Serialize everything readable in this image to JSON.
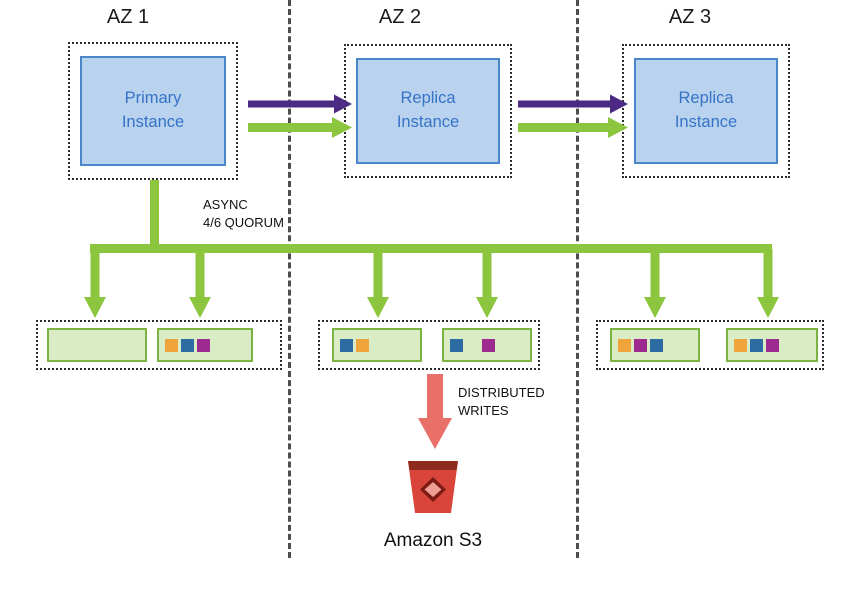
{
  "zones": [
    {
      "label": "AZ 1",
      "instance_label": "Primary\nInstance"
    },
    {
      "label": "AZ 2",
      "instance_label": "Replica\nInstance"
    },
    {
      "label": "AZ 3",
      "instance_label": "Replica\nInstance"
    }
  ],
  "annotations": {
    "async_quorum": "ASYNC\n4/6 QUORUM",
    "distributed_writes": "DISTRIBUTED\nWRITES"
  },
  "s3": {
    "label": "Amazon S3"
  },
  "colors": {
    "instance-fill": "#b9d3ee",
    "instance-border": "#4a86c8",
    "instance-text": "#3672c8",
    "arrow-purple": "#4b2a83",
    "arrow-green": "#8cc63e",
    "storage-fill": "#d9ecc5",
    "storage-border": "#7cb342",
    "arrow-red": "#e97068",
    "s3-red": "#d9453a",
    "divider": "#4d4d4d"
  },
  "storage": {
    "groups": [
      {
        "name": "az1-storage",
        "nodes": [
          {
            "squares": []
          },
          {
            "squares": [
              {
                "name": "orange",
                "color": "#f0a43c"
              },
              {
                "name": "blue",
                "color": "#2d6ca3"
              },
              {
                "name": "magenta",
                "color": "#9c2a8f"
              }
            ]
          }
        ]
      },
      {
        "name": "az2-storage",
        "nodes": [
          {
            "squares": [
              {
                "name": "blue",
                "color": "#2d6ca3"
              },
              {
                "name": "orange",
                "color": "#f0a43c"
              }
            ]
          },
          {
            "squares": [
              {
                "name": "blue",
                "color": "#2d6ca3"
              },
              {
                "name": "magenta",
                "color": "#9c2a8f",
                "gap": 16
              }
            ]
          }
        ]
      },
      {
        "name": "az3-storage",
        "nodes": [
          {
            "squares": [
              {
                "name": "orange",
                "color": "#f0a43c"
              },
              {
                "name": "magenta",
                "color": "#9c2a8f"
              },
              {
                "name": "blue",
                "color": "#2d6ca3"
              }
            ]
          },
          {
            "squares": [
              {
                "name": "orange",
                "color": "#f0a43c"
              },
              {
                "name": "blue",
                "color": "#2d6ca3"
              },
              {
                "name": "magenta",
                "color": "#9c2a8f"
              }
            ]
          }
        ]
      }
    ]
  }
}
